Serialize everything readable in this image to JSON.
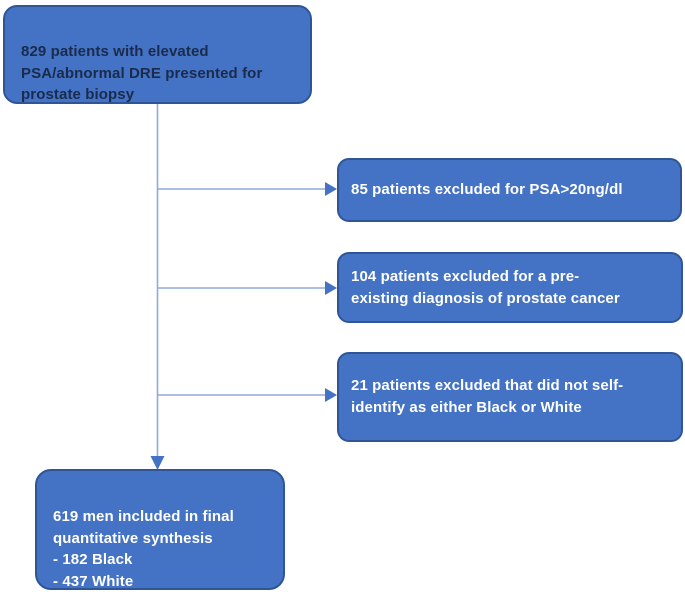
{
  "theme": {
    "pageBg": "#FFFFFF",
    "boxFill": "#4472C4",
    "boxBorder": "#2F5597",
    "connector": "#8FAADC",
    "arrow": "#4472C4",
    "textDark": "#1A2B4C",
    "textLight": "#FFFFFF"
  },
  "diagram": {
    "type": "flowchart",
    "nodes": [
      {
        "id": "cohort",
        "text": "829 patients with elevated\nPSA/abnormal DRE presented for\nprostate biopsy",
        "value": 829
      },
      {
        "id": "excluded-psa20",
        "text": "85 patients excluded for PSA>20ng/dl",
        "value": 85
      },
      {
        "id": "excluded-prior-dx",
        "text": "104 patients excluded for a pre-\nexisting diagnosis of prostate cancer",
        "value": 104
      },
      {
        "id": "excluded-race",
        "text": "21 patients excluded that did not self-\nidentify as either Black or White",
        "value": 21
      },
      {
        "id": "final-cohort",
        "text": "619 men included in final\nquantitative synthesis\n- 182 Black\n- 437 White",
        "value": 619,
        "black": 182,
        "white": 437
      }
    ],
    "edges": [
      {
        "from": "cohort",
        "to": "excluded-psa20"
      },
      {
        "from": "cohort",
        "to": "excluded-prior-dx"
      },
      {
        "from": "cohort",
        "to": "excluded-race"
      },
      {
        "from": "cohort",
        "to": "final-cohort"
      }
    ]
  }
}
